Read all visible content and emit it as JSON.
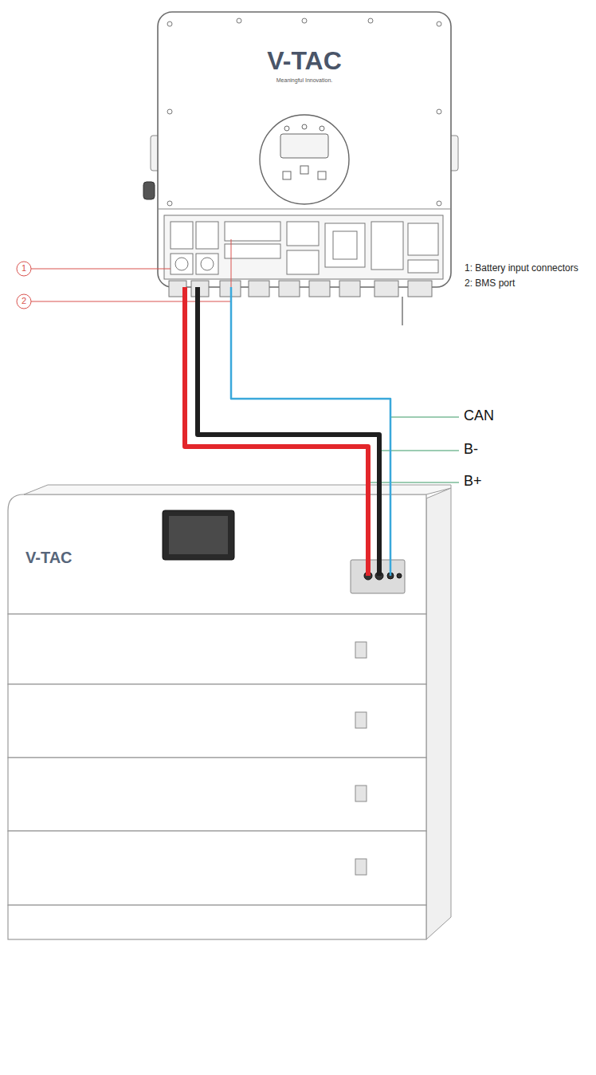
{
  "diagram": {
    "nodes": [
      {
        "text": [
          "V-TAC",
          "Meaningful Innovation."
        ]
      },
      {
        "text": [
          "V-TAC"
        ]
      }
    ],
    "edges": [
      {
        "from": 0,
        "to": 1,
        "arrow": "none"
      },
      {
        "from": 0,
        "to": 1,
        "arrow": "none"
      },
      {
        "from": 0,
        "to": 1,
        "arrow": "none"
      }
    ],
    "labels": [
      "1",
      "2",
      "1: Battery input connectors",
      "2: BMS port",
      "CAN",
      "B-",
      "B+"
    ]
  }
}
